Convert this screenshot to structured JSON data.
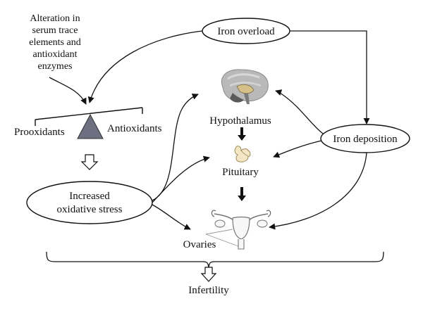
{
  "nodes": {
    "alteration": {
      "lines": [
        "Alteration in",
        "serum trace",
        "elements and",
        "antioxidant",
        "enzymes"
      ]
    },
    "iron_overload": {
      "label": "Iron overload"
    },
    "prooxidants": {
      "label": "Prooxidants"
    },
    "antioxidants": {
      "label": "Antioxidants"
    },
    "hypothalamus": {
      "label": "Hypothalamus"
    },
    "iron_deposition": {
      "label": "Iron deposition"
    },
    "pituitary": {
      "label": "Pituitary"
    },
    "oxidative_stress": {
      "lines": [
        "Increased",
        "oxidative stress"
      ]
    },
    "ovaries": {
      "label": "Ovaries"
    },
    "infertility": {
      "label": "Infertility"
    }
  },
  "icons": {
    "brain": "brain-icon",
    "pituitary": "pituitary-gland-icon",
    "uterus": "uterus-ovaries-icon",
    "triangle": "balance-fulcrum-icon"
  },
  "colors": {
    "stroke": "#111111",
    "triangle_fill": "#6f6f82",
    "brain_grey": "#b9b9b9",
    "brain_dark": "#5a5a5a",
    "pituitary_fill": "#f4e6c4",
    "uterus_fill": "#f7f7f7"
  }
}
